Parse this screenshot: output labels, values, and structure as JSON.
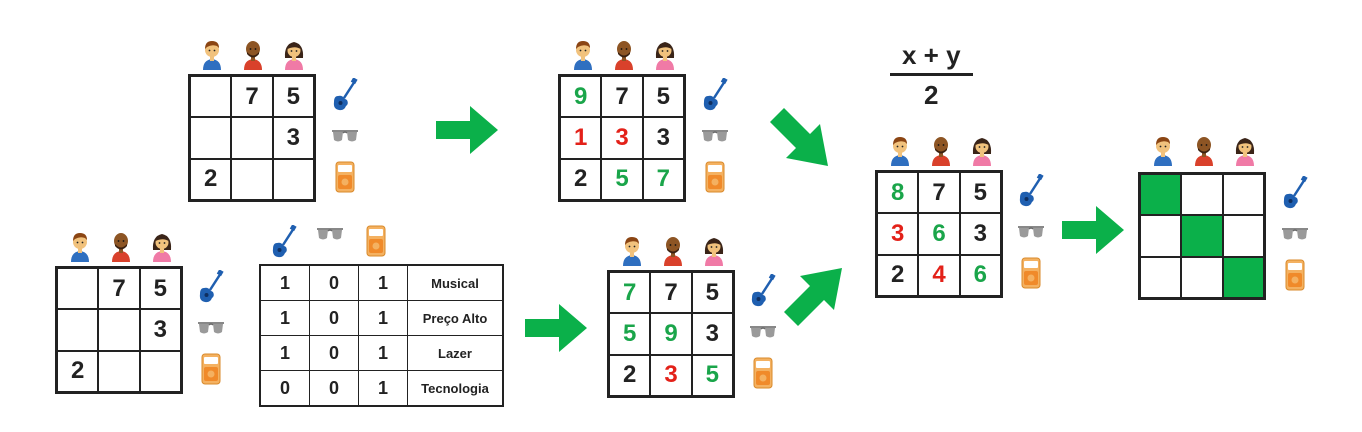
{
  "icons": {
    "people": [
      "boy-icon",
      "bald-man-icon",
      "girl-icon"
    ],
    "items": [
      "guitar-icon",
      "sunglasses-icon",
      "music-player-icon"
    ]
  },
  "colors": {
    "green": "#0bb04a",
    "red": "#e32119",
    "black": "#222222",
    "orange": "#f0a040",
    "blue": "#1f5fb0"
  },
  "formula": {
    "numerator": "x + y",
    "denominator": "2"
  },
  "matrix_input_top": [
    [
      "",
      "7",
      "5"
    ],
    [
      "",
      "",
      "3"
    ],
    [
      "2",
      "",
      ""
    ]
  ],
  "matrix_input_bottom": [
    [
      "",
      "7",
      "5"
    ],
    [
      "",
      "",
      "3"
    ],
    [
      "2",
      "",
      ""
    ]
  ],
  "matrix_filled_top": [
    [
      "9",
      "7",
      "5"
    ],
    [
      "1",
      "3",
      "3"
    ],
    [
      "2",
      "5",
      "7"
    ]
  ],
  "matrix_filled_top_colors": [
    [
      "green",
      "black",
      "black"
    ],
    [
      "red",
      "red",
      "black"
    ],
    [
      "black",
      "green",
      "green"
    ]
  ],
  "matrix_filled_bottom": [
    [
      "7",
      "7",
      "5"
    ],
    [
      "5",
      "9",
      "3"
    ],
    [
      "2",
      "3",
      "5"
    ]
  ],
  "matrix_filled_bottom_colors": [
    [
      "green",
      "black",
      "black"
    ],
    [
      "green",
      "green",
      "black"
    ],
    [
      "black",
      "red",
      "green"
    ]
  ],
  "matrix_average": [
    [
      "8",
      "7",
      "5"
    ],
    [
      "3",
      "6",
      "3"
    ],
    [
      "2",
      "4",
      "6"
    ]
  ],
  "matrix_average_colors": [
    [
      "green",
      "black",
      "black"
    ],
    [
      "red",
      "green",
      "black"
    ],
    [
      "black",
      "red",
      "green"
    ]
  ],
  "matrix_result_filled": [
    [
      true,
      false,
      false
    ],
    [
      false,
      true,
      false
    ],
    [
      false,
      false,
      true
    ]
  ],
  "feature_table": {
    "rows": [
      {
        "values": [
          "1",
          "0",
          "1"
        ],
        "label": "Musical"
      },
      {
        "values": [
          "1",
          "0",
          "1"
        ],
        "label": "Preço Alto"
      },
      {
        "values": [
          "1",
          "0",
          "1"
        ],
        "label": "Lazer"
      },
      {
        "values": [
          "0",
          "0",
          "1"
        ],
        "label": "Tecnologia"
      }
    ]
  }
}
